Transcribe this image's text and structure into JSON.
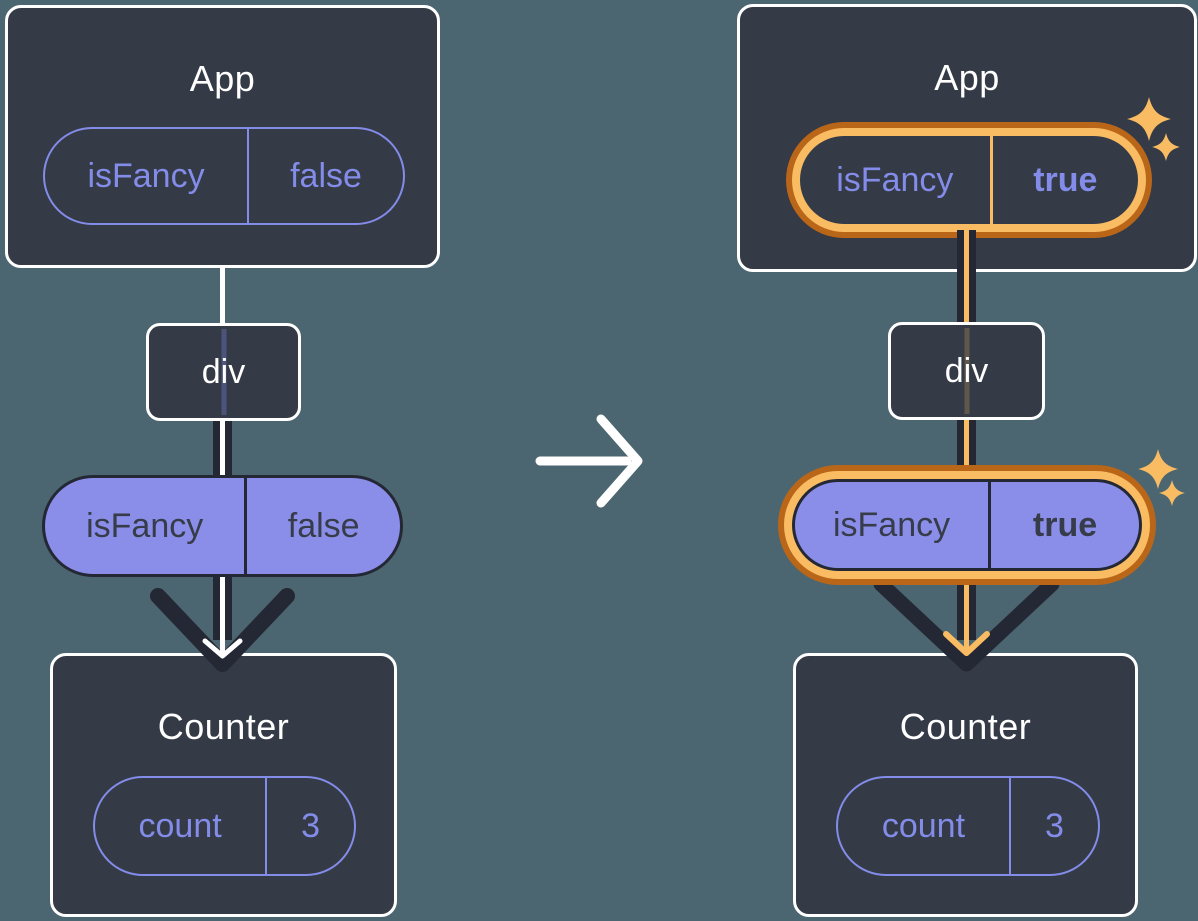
{
  "colors": {
    "background": "#4B6670",
    "card": "#343A46",
    "card_border": "#FFFFFF",
    "purple_outline": "#838CE8",
    "purple_fill": "#8B8EE8",
    "dark_line": "#242834",
    "orange_light": "#F9BC62",
    "orange_dark": "#B96619",
    "white": "#FFFFFF"
  },
  "icons": {
    "transition_arrow": "right-arrow",
    "sparkle": "four-point-star"
  },
  "before": {
    "app": {
      "title": "App",
      "prop_name": "isFancy",
      "prop_value": "false"
    },
    "div": {
      "label": "div"
    },
    "passed_prop": {
      "name": "isFancy",
      "value": "false"
    },
    "counter": {
      "title": "Counter",
      "state_name": "count",
      "state_value": "3"
    }
  },
  "after": {
    "app": {
      "title": "App",
      "prop_name": "isFancy",
      "prop_value": "true"
    },
    "div": {
      "label": "div"
    },
    "passed_prop": {
      "name": "isFancy",
      "value": "true"
    },
    "counter": {
      "title": "Counter",
      "state_name": "count",
      "state_value": "3"
    }
  }
}
